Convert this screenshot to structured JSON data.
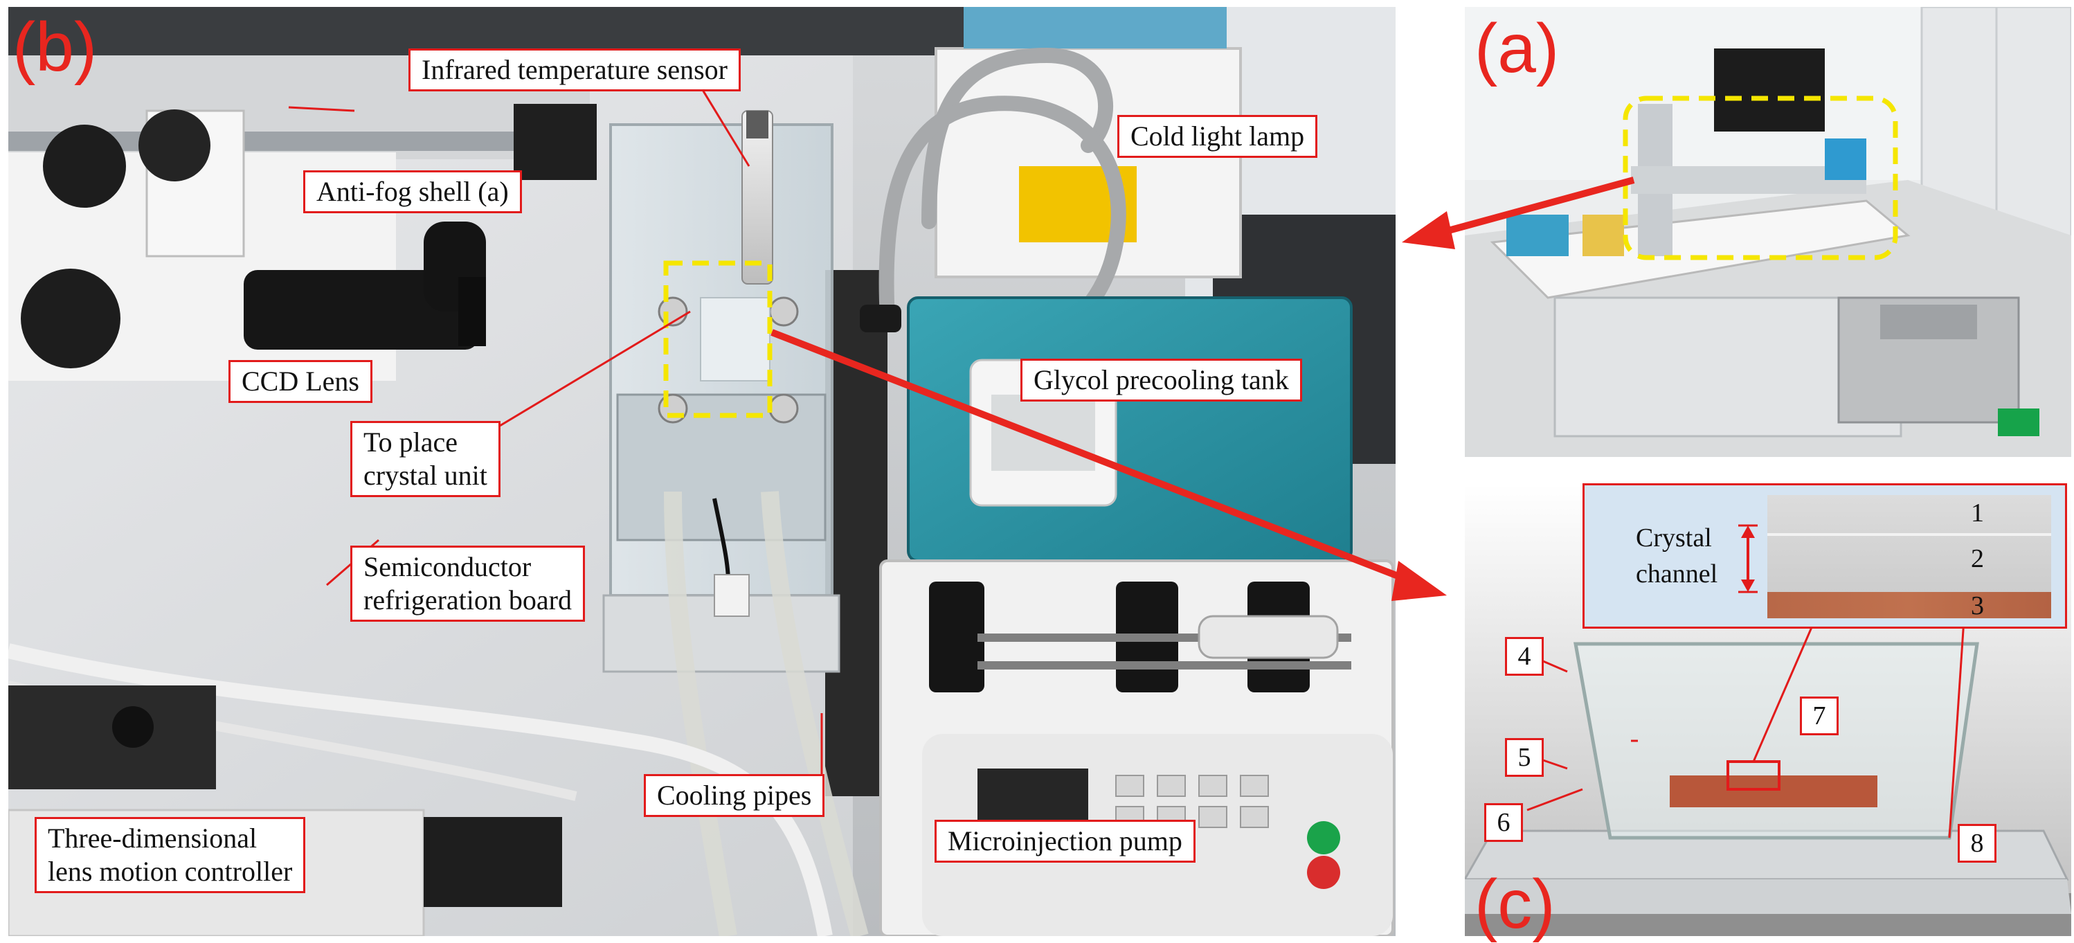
{
  "panels": {
    "b": {
      "letter": "(b)",
      "labels": {
        "infrared_sensor": "Infrared temperature sensor",
        "cold_light_lamp": "Cold light lamp",
        "anti_fog_shell": "Anti-fog shell (a)",
        "ccd_lens": "CCD Lens",
        "glycol_tank": "Glycol precooling tank",
        "crystal_unit_line1": "To place",
        "crystal_unit_line2": "crystal unit",
        "semiconductor_line1": "Semiconductor",
        "semiconductor_line2": "refrigeration board",
        "cooling_pipes": "Cooling pipes",
        "controller_line1": "Three-dimensional",
        "controller_line2": "lens motion controller",
        "microinjection_pump": "Microinjection pump"
      }
    },
    "a": {
      "letter": "(a)"
    },
    "c": {
      "letter": "(c)",
      "inset": {
        "crystal_line1": "Crystal",
        "crystal_line2": "channel",
        "layer1": "1",
        "layer2": "2",
        "layer3": "3"
      },
      "numbers": [
        "4",
        "5",
        "6",
        "7",
        "8"
      ]
    }
  },
  "colors": {
    "label_border": "#e21b1b",
    "arrow": "#e8261f",
    "highlight_box": "#f5e600",
    "panel_letter": "#e8261f"
  }
}
